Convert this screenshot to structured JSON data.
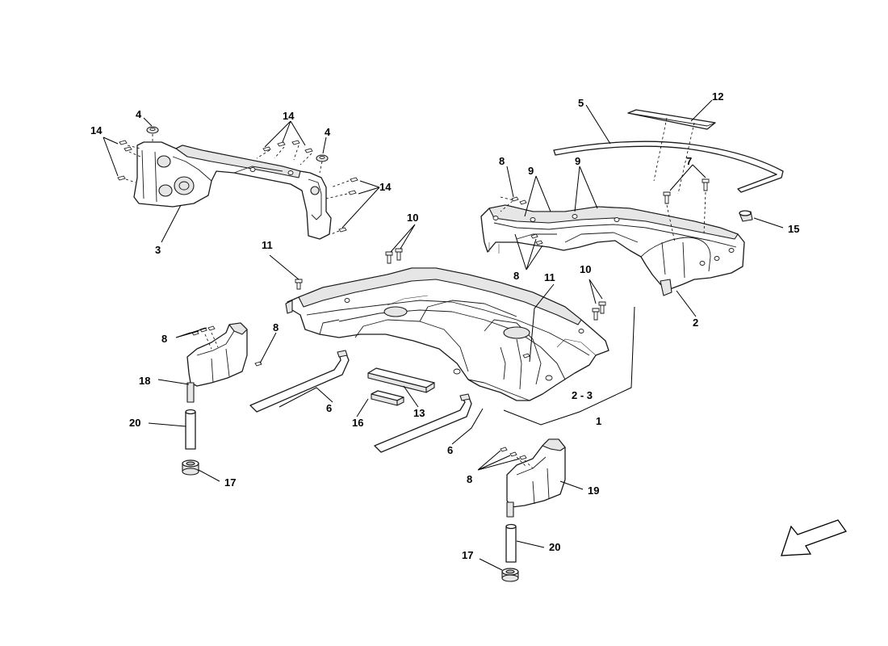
{
  "diagram": {
    "callouts": [
      "1",
      "2",
      "2 - 3",
      "3",
      "4",
      "4",
      "5",
      "6",
      "6",
      "8",
      "8",
      "8",
      "8",
      "8",
      "9",
      "9",
      "10",
      "10",
      "11",
      "11",
      "12",
      "13",
      "14",
      "14",
      "14",
      "15",
      "16",
      "17",
      "17",
      "18",
      "19",
      "20",
      "20",
      "7"
    ],
    "icons": [
      "direction-arrow-icon"
    ],
    "colors": {
      "ink": "#000000",
      "paper": "#ffffff",
      "shade": "#e6e6e6"
    }
  }
}
